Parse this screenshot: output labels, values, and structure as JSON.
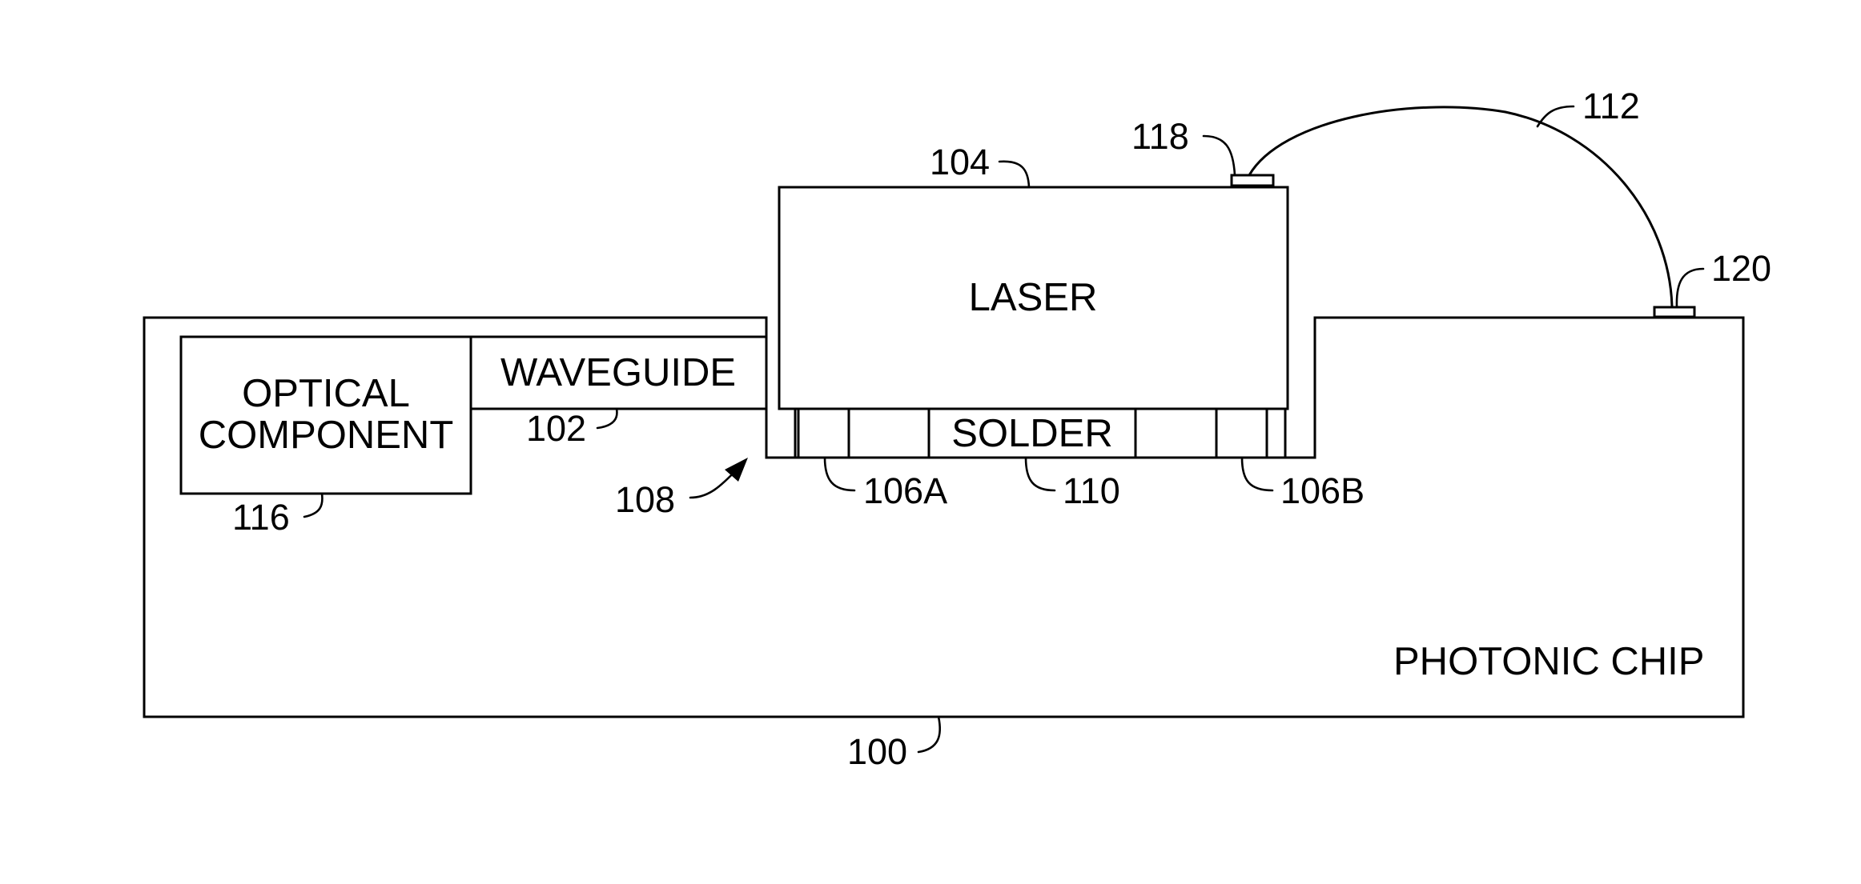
{
  "components": {
    "chip_label": "PHOTONIC CHIP",
    "laser_label": "LASER",
    "waveguide_label": "WAVEGUIDE",
    "optical_component_line1": "OPTICAL",
    "optical_component_line2": "COMPONENT",
    "solder_label": "SOLDER"
  },
  "reference_numerals": {
    "chip": "100",
    "waveguide": "102",
    "laser": "104",
    "pad_left": "106A",
    "pad_right": "106B",
    "recess": "108",
    "solder": "110",
    "wire": "112",
    "optical_component": "116",
    "bond_pad_laser": "118",
    "bond_pad_chip": "120"
  }
}
